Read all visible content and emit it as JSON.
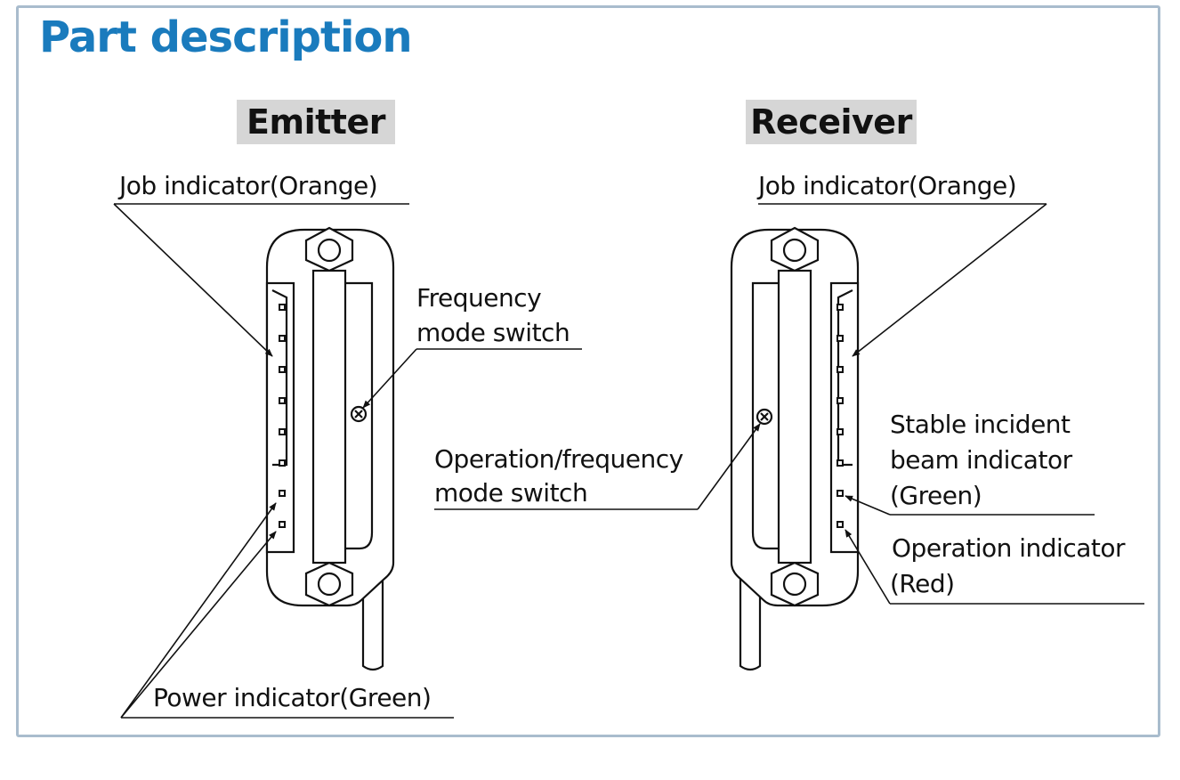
{
  "title": "Part description",
  "emitter": {
    "heading": "Emitter",
    "job_indicator": "Job indicator(Orange)",
    "frequency_switch_line1": "Frequency",
    "frequency_switch_line2": "mode switch",
    "power_indicator": "Power indicator(Green)"
  },
  "receiver": {
    "heading": "Receiver",
    "job_indicator": "Job indicator(Orange)",
    "operation_switch_line1": "Operation/frequency",
    "operation_switch_line2": "mode switch",
    "stable_line1": "Stable incident",
    "stable_line2": "beam indicator",
    "stable_line3": "(Green)",
    "operation_line1": "Operation indicator",
    "operation_line2": "(Red)"
  },
  "colors": {
    "title": "#1a7bbd",
    "border": "#a9bccd",
    "heading_bg": "#d6d6d6"
  }
}
